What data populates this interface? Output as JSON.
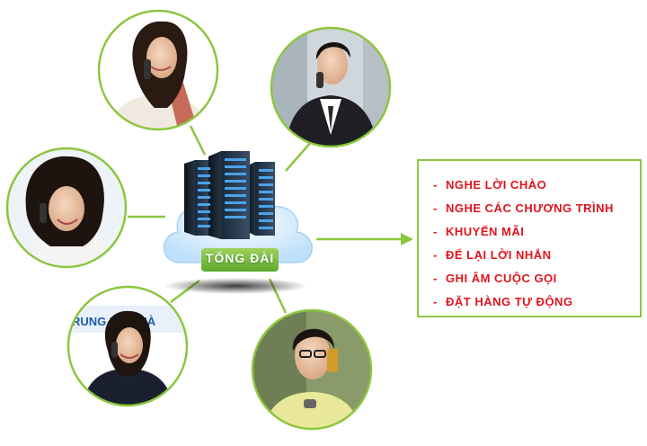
{
  "hub": {
    "label": "TỔNG ĐÀI"
  },
  "features": [
    {
      "label": "NGHE LỜI CHÀO"
    },
    {
      "label": "NGHE CÁC CHƯƠNG TRÌNH"
    },
    {
      "label": "KHUYẾN MÃI"
    },
    {
      "label": "ĐỂ LẠI LỜI NHẮN"
    },
    {
      "label": "GHI ÂM CUỘC GỌI"
    },
    {
      "label": "ĐẶT HÀNG TỰ ĐỘNG"
    }
  ],
  "bullet": "-",
  "photo_captions": {
    "bank_banner": "RUNG   BẢO HÀ"
  },
  "colors": {
    "accent_green": "#8cc63f",
    "feature_red": "#e0141e",
    "cloud_blue": "#cfe8fb"
  }
}
